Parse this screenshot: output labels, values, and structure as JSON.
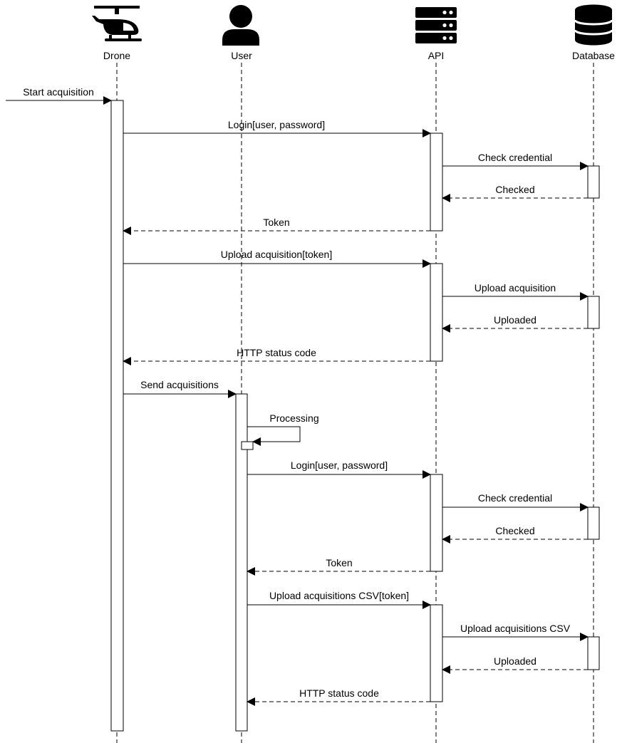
{
  "diagram": {
    "actors": [
      {
        "id": "drone",
        "label": "Drone",
        "icon": "helicopter-icon"
      },
      {
        "id": "user",
        "label": "User",
        "icon": "person-icon"
      },
      {
        "id": "api",
        "label": "API",
        "icon": "server-icon"
      },
      {
        "id": "database",
        "label": "Database",
        "icon": "database-icon"
      }
    ],
    "messages": [
      {
        "from": "external",
        "to": "drone",
        "label": "Start acquisition",
        "kind": "sync"
      },
      {
        "from": "drone",
        "to": "api",
        "label": "Login[user, password]",
        "kind": "sync"
      },
      {
        "from": "api",
        "to": "database",
        "label": "Check credential",
        "kind": "sync"
      },
      {
        "from": "database",
        "to": "api",
        "label": "Checked",
        "kind": "return"
      },
      {
        "from": "api",
        "to": "drone",
        "label": "Token",
        "kind": "return"
      },
      {
        "from": "drone",
        "to": "api",
        "label": "Upload acquisition[token]",
        "kind": "sync"
      },
      {
        "from": "api",
        "to": "database",
        "label": "Upload acquisition",
        "kind": "sync"
      },
      {
        "from": "database",
        "to": "api",
        "label": "Uploaded",
        "kind": "return"
      },
      {
        "from": "api",
        "to": "drone",
        "label": "HTTP status code",
        "kind": "return"
      },
      {
        "from": "drone",
        "to": "user",
        "label": "Send acquisitions",
        "kind": "sync"
      },
      {
        "from": "user",
        "to": "user",
        "label": "Processing",
        "kind": "self"
      },
      {
        "from": "user",
        "to": "api",
        "label": "Login[user, password]",
        "kind": "sync"
      },
      {
        "from": "api",
        "to": "database",
        "label": "Check credential",
        "kind": "sync"
      },
      {
        "from": "database",
        "to": "api",
        "label": "Checked",
        "kind": "return"
      },
      {
        "from": "api",
        "to": "user",
        "label": "Token",
        "kind": "return"
      },
      {
        "from": "user",
        "to": "api",
        "label": "Upload acquisitions CSV[token]",
        "kind": "sync"
      },
      {
        "from": "api",
        "to": "database",
        "label": "Upload acquisitions CSV",
        "kind": "sync"
      },
      {
        "from": "database",
        "to": "api",
        "label": "Uploaded",
        "kind": "return"
      },
      {
        "from": "api",
        "to": "user",
        "label": "HTTP status code",
        "kind": "return"
      }
    ]
  }
}
